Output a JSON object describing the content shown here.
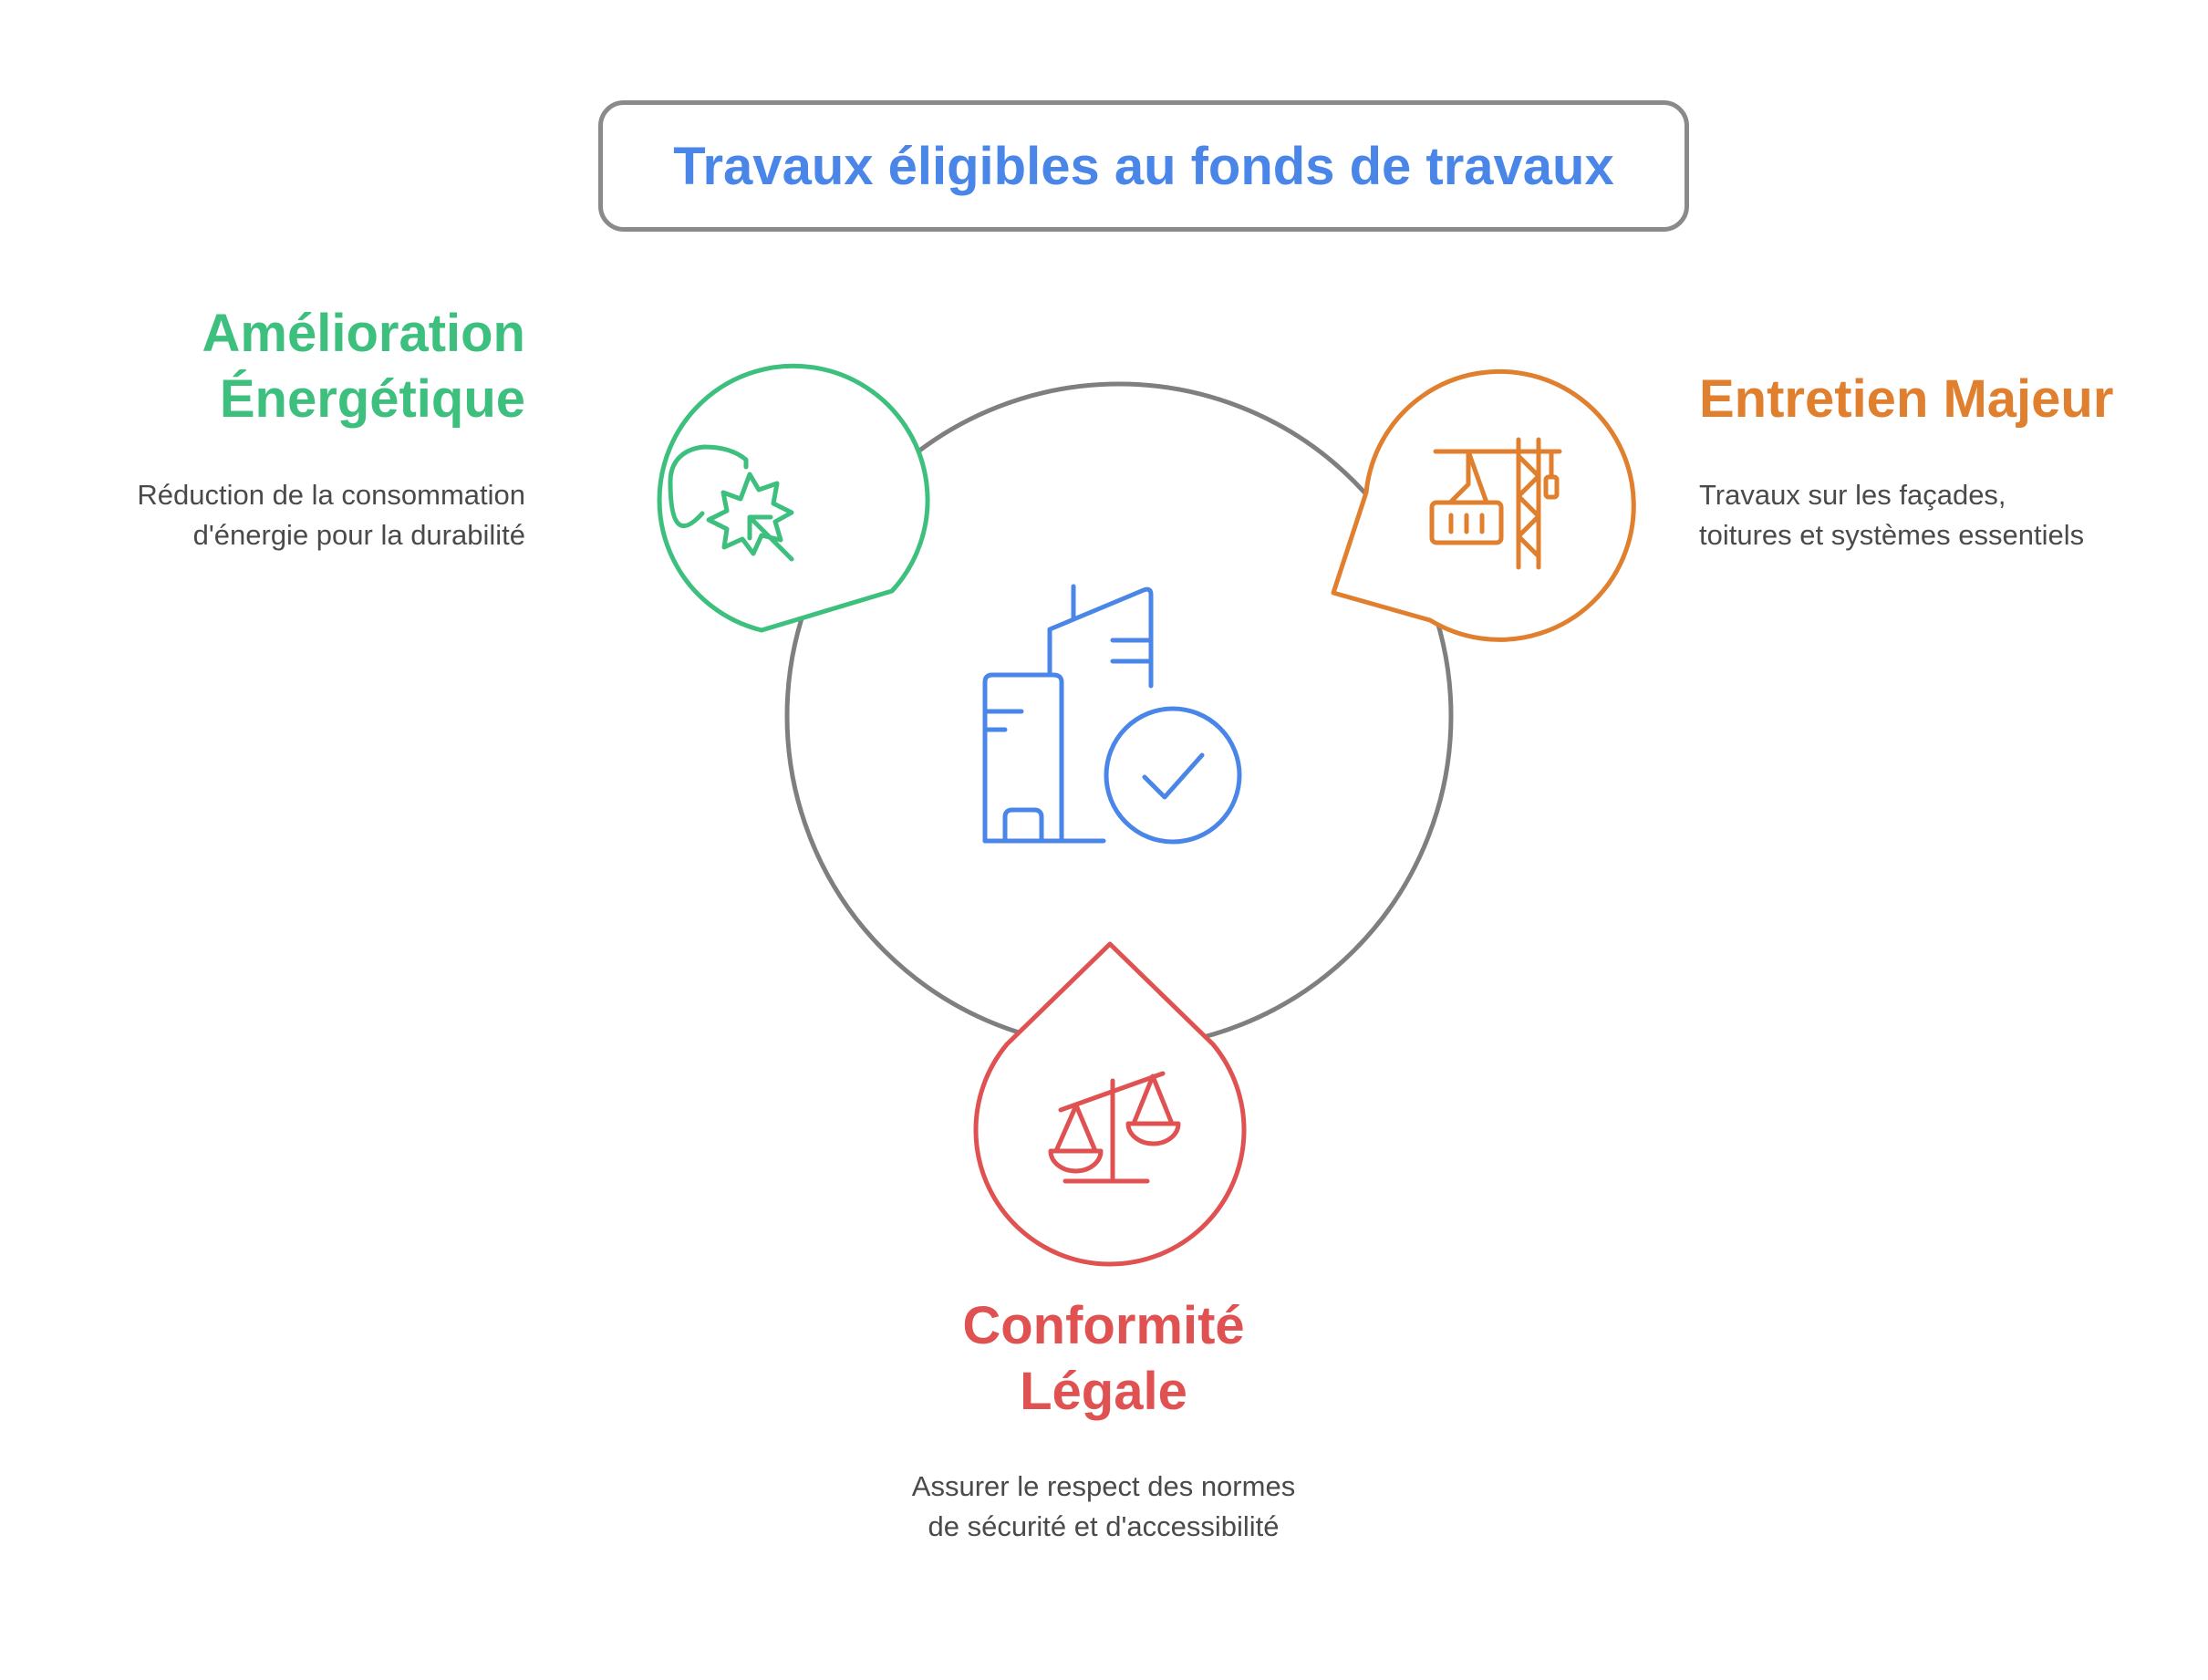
{
  "title": "Travaux éligibles au fonds de travaux",
  "colors": {
    "title": "#4a86e8",
    "center_ring": "#7f7f7f",
    "energy": "#3dbf7e",
    "maintenance": "#e07f2e",
    "compliance": "#e05252",
    "center_icon": "#4a86e8",
    "description_text": "#4a4a4a"
  },
  "center": {
    "icon": "buildings-check-icon"
  },
  "nodes": {
    "energy": {
      "heading_line1": "Amélioration",
      "heading_line2": "Énergétique",
      "description_line1": "Réduction de la consommation",
      "description_line2": "d'énergie pour la durabilité",
      "icon": "energy-shield-burst-icon"
    },
    "maintenance": {
      "heading": "Entretien Majeur",
      "description_line1": "Travaux sur les façades,",
      "description_line2": "toitures et systèmes essentiels",
      "icon": "crane-icon"
    },
    "compliance": {
      "heading_line1": "Conformité",
      "heading_line2": "Légale",
      "description_line1": "Assurer le respect des normes",
      "description_line2": "de sécurité et d'accessibilité",
      "icon": "balance-scale-icon"
    }
  }
}
